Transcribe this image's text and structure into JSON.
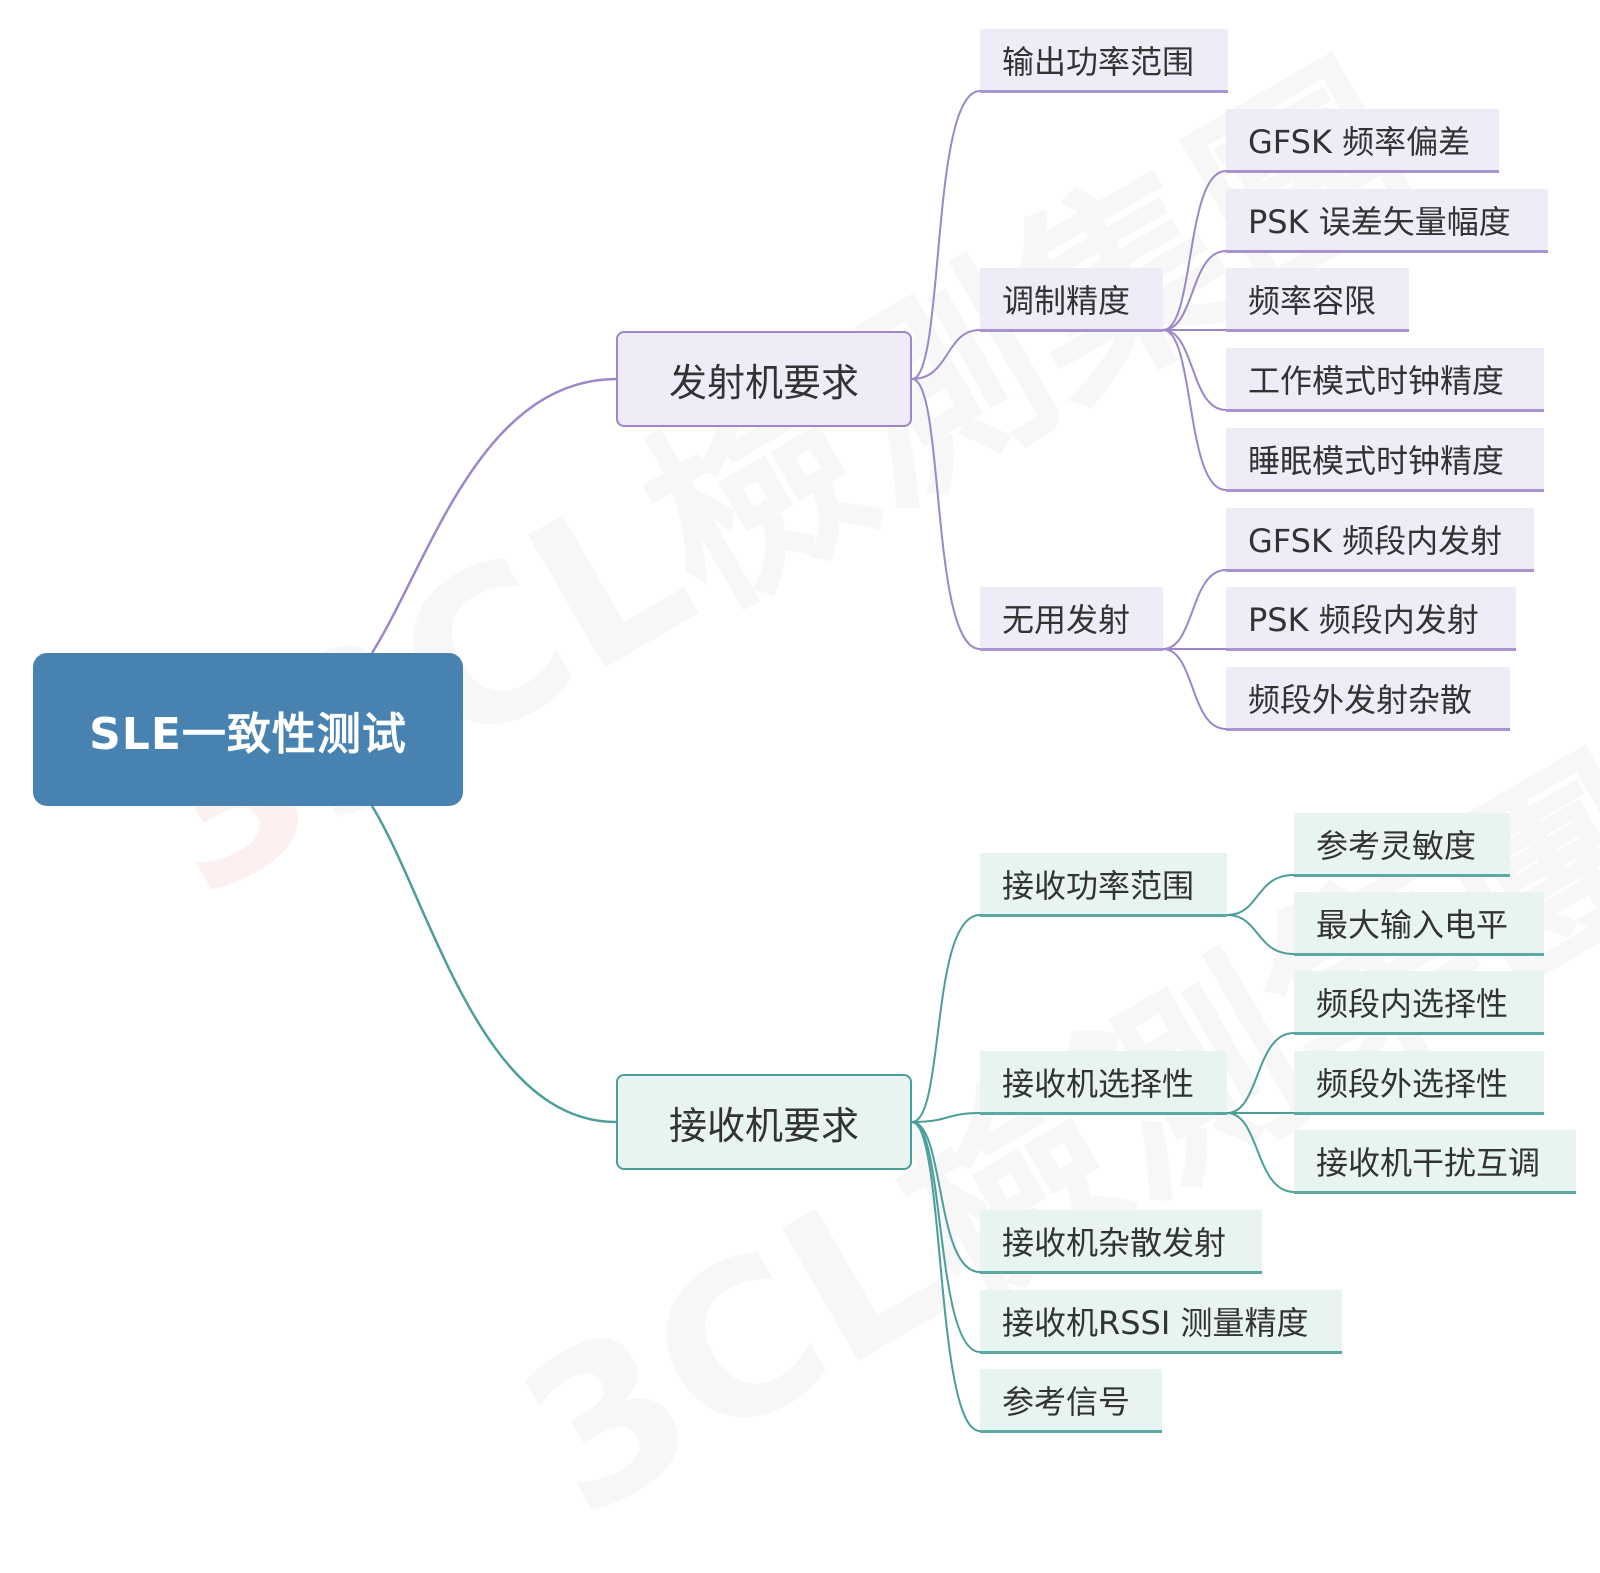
{
  "root": {
    "label": "SLE一致性测试"
  },
  "watermark": {
    "text": "3CL檢測集團"
  },
  "colors": {
    "root": "#4782B0",
    "transmitter": "#9D86C9",
    "receiver": "#4C9E98"
  },
  "transmitter": {
    "label": "发射机要求",
    "items": [
      {
        "label": "输出功率范围",
        "children": []
      },
      {
        "label": "调制精度",
        "children": [
          "GFSK 频率偏差",
          "PSK 误差矢量幅度",
          "频率容限",
          "工作模式时钟精度",
          "睡眠模式时钟精度"
        ]
      },
      {
        "label": "无用发射",
        "children": [
          "GFSK 频段内发射",
          "PSK 频段内发射",
          "频段外发射杂散"
        ]
      }
    ]
  },
  "receiver": {
    "label": "接收机要求",
    "items": [
      {
        "label": "接收功率范围",
        "children": [
          "参考灵敏度",
          "最大输入电平"
        ]
      },
      {
        "label": "接收机选择性",
        "children": [
          "频段内选择性",
          "频段外选择性",
          "接收机干扰互调"
        ]
      },
      {
        "label": "接收机杂散发射",
        "children": []
      },
      {
        "label": "接收机RSSI 测量精度",
        "children": []
      },
      {
        "label": "参考信号",
        "children": []
      }
    ]
  }
}
